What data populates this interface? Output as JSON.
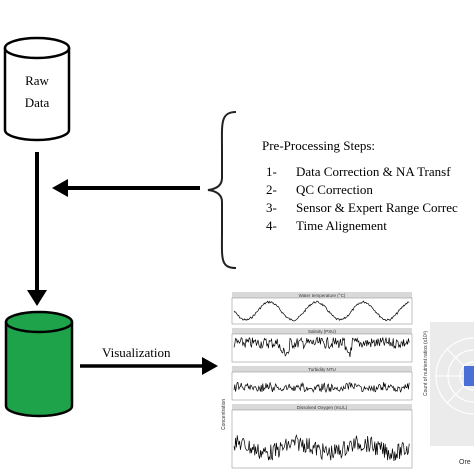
{
  "raw_data_cylinder": {
    "line1": "Raw",
    "line2": "Data",
    "fill": "#ffffff"
  },
  "processed_cylinder": {
    "fill": "#1fa34a"
  },
  "preprocessing": {
    "heading": "Pre-Processing Steps:",
    "steps": [
      {
        "num": "1-",
        "text": "Data Correction & NA Transf"
      },
      {
        "num": "2-",
        "text": "QC Correction"
      },
      {
        "num": "3-",
        "text": "Sensor & Expert Range Correc"
      },
      {
        "num": "4-",
        "text": "Time Alignement"
      }
    ]
  },
  "visualization_label": "Visualization",
  "panels": [
    {
      "title": "Water temperature (°C)"
    },
    {
      "title": "Salinity (PSU)"
    },
    {
      "title": "Turbidity NTU"
    },
    {
      "title": "Dissolved Oxygen (mL/L)"
    }
  ],
  "panel_side_label": "Concentration",
  "polar_ylabel": "Count of nutrient ratios (x10³)",
  "polar_partial": "Ore",
  "colors": {
    "arrow": "#000000",
    "green": "#1fa34a",
    "bracket": "#222222"
  }
}
